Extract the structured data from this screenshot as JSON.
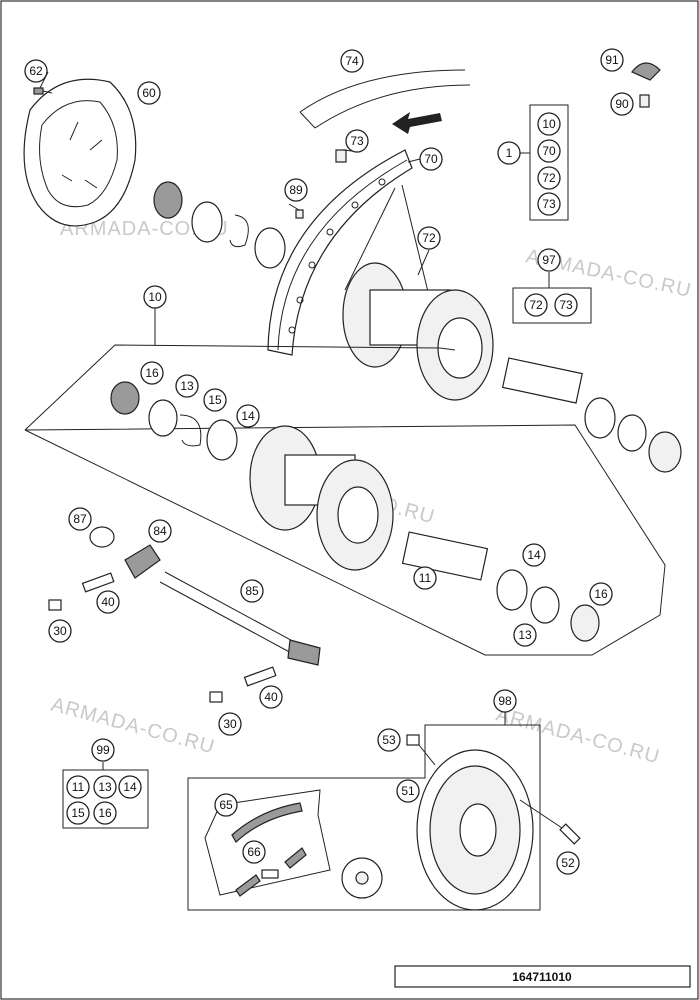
{
  "watermark": "ARMADA-CO.RU",
  "document_number": "164711010",
  "callouts": {
    "c62": "62",
    "c60": "60",
    "c74": "74",
    "c73": "73",
    "c70": "70",
    "c89": "89",
    "c72": "72",
    "c91": "91",
    "c90": "90",
    "c1": "1",
    "k1_10": "10",
    "k1_70": "70",
    "k1_72": "72",
    "k1_73": "73",
    "c97": "97",
    "k97_72": "72",
    "k97_73": "73",
    "c10": "10",
    "c16a": "16",
    "c13a": "13",
    "c15": "15",
    "c14a": "14",
    "c87": "87",
    "c84": "84",
    "c40a": "40",
    "c30a": "30",
    "c85": "85",
    "c11": "11",
    "c14b": "14",
    "c16b": "16",
    "c13b": "13",
    "c40b": "40",
    "c30b": "30",
    "c98": "98",
    "c53": "53",
    "c51": "51",
    "c52": "52",
    "c65": "65",
    "c66": "66",
    "c99": "99",
    "k99_11": "11",
    "k99_13": "13",
    "k99_14": "14",
    "k99_15": "15",
    "k99_16": "16"
  }
}
